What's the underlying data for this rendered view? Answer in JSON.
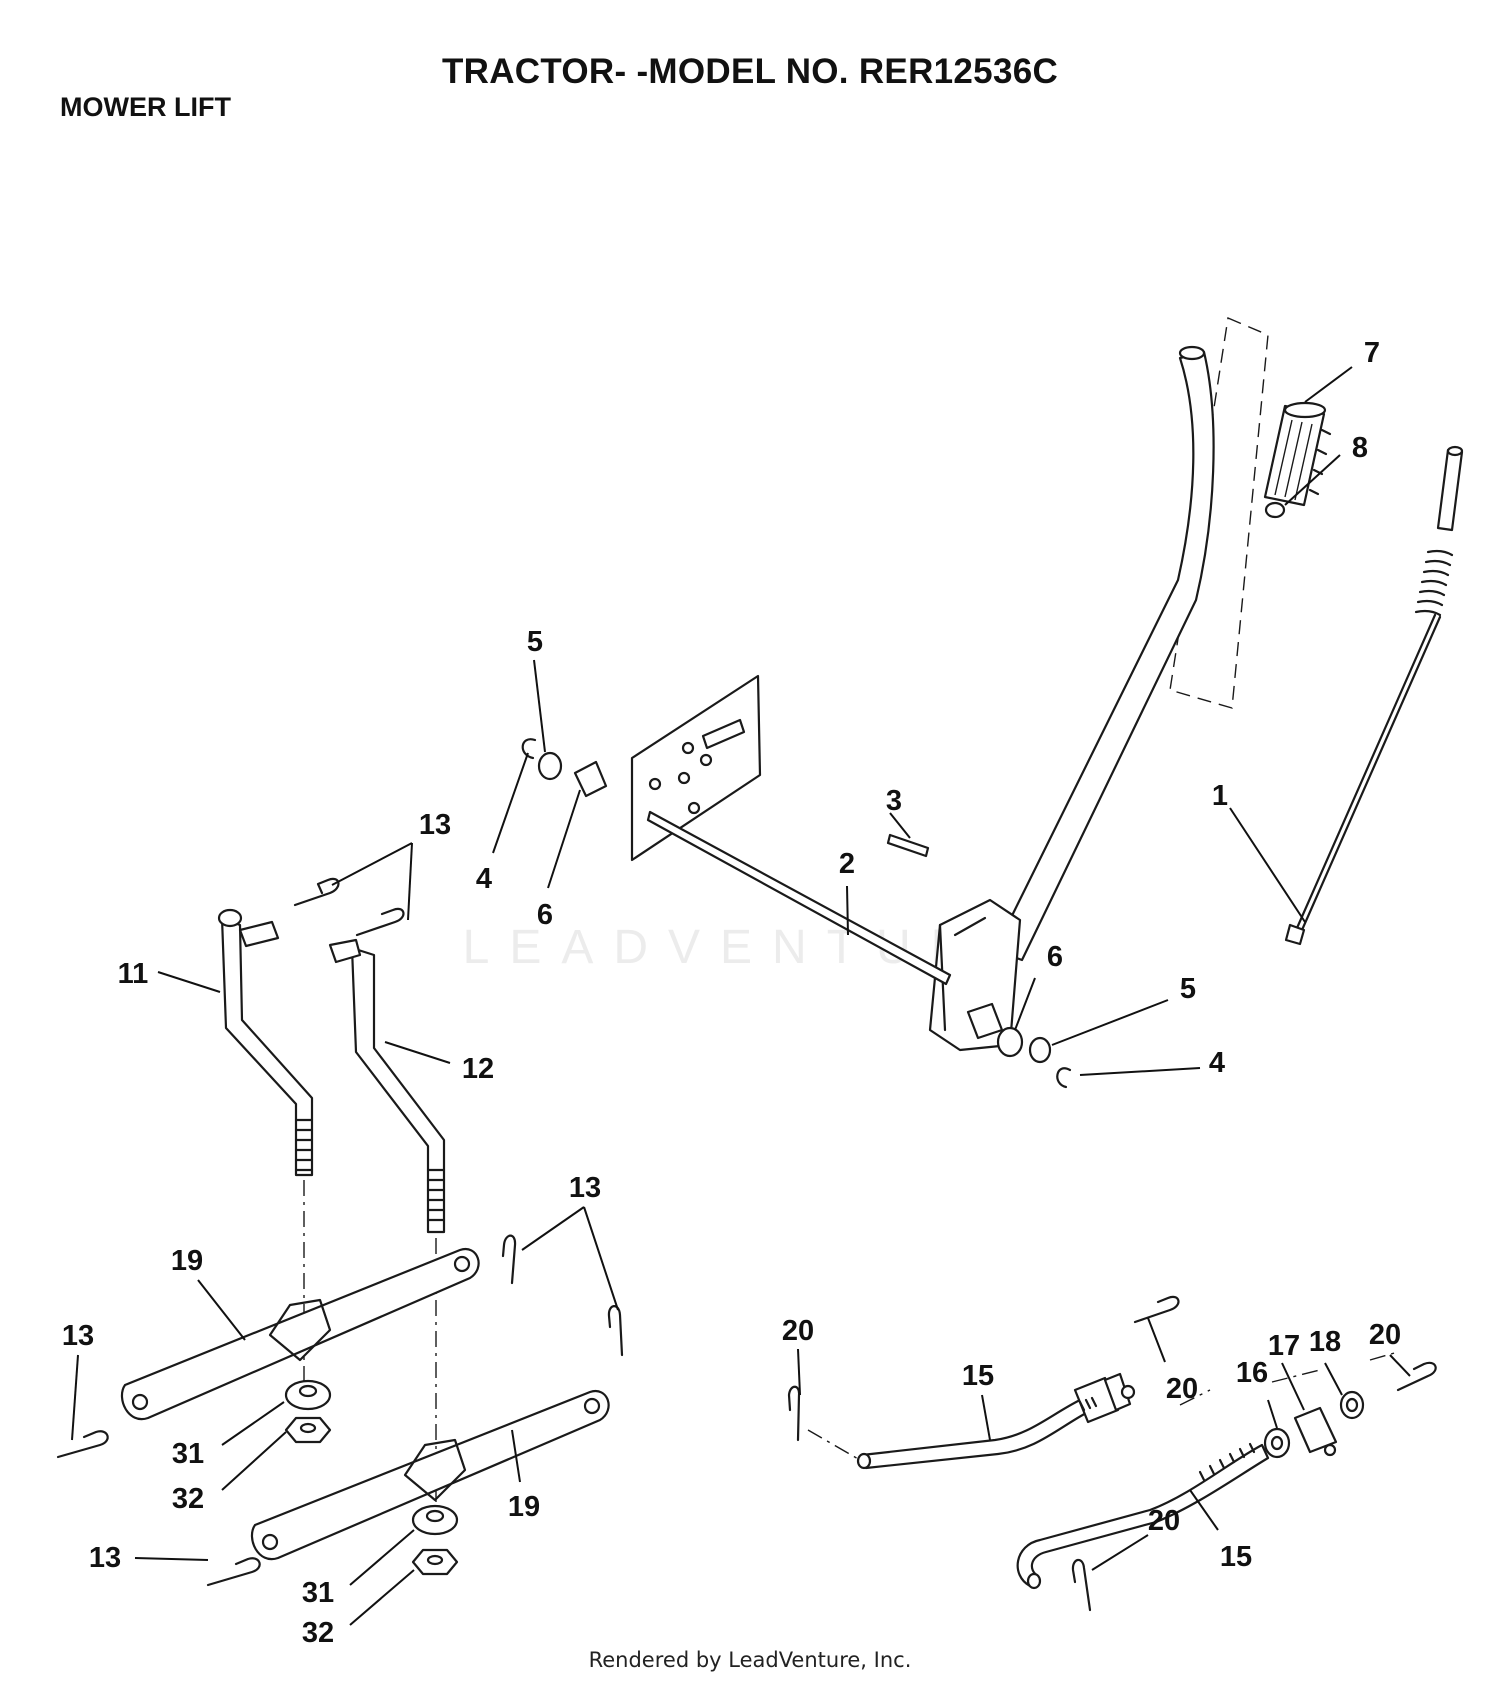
{
  "header": {
    "title": "TRACTOR- -MODEL NO. RER12536C",
    "section": "MOWER LIFT"
  },
  "watermark": "LEADVENTURE",
  "footer": "Rendered by LeadVenture, Inc.",
  "callouts": {
    "c7": "7",
    "c8": "8",
    "c1": "1",
    "c2": "2",
    "c3": "3",
    "c5a": "5",
    "c4a": "4",
    "c6a": "6",
    "c6b": "6",
    "c5b": "5",
    "c4b": "4",
    "c13a": "13",
    "c11": "11",
    "c12": "12",
    "c13b": "13",
    "c19a": "19",
    "c13c": "13",
    "c31a": "31",
    "c32a": "32",
    "c19b": "19",
    "c13d": "13",
    "c31b": "31",
    "c32b": "32",
    "c20a": "20",
    "c15a": "15",
    "c20b": "20",
    "c16": "16",
    "c17": "17",
    "c18": "18",
    "c20c": "20",
    "c20d": "20",
    "c15b": "15"
  }
}
